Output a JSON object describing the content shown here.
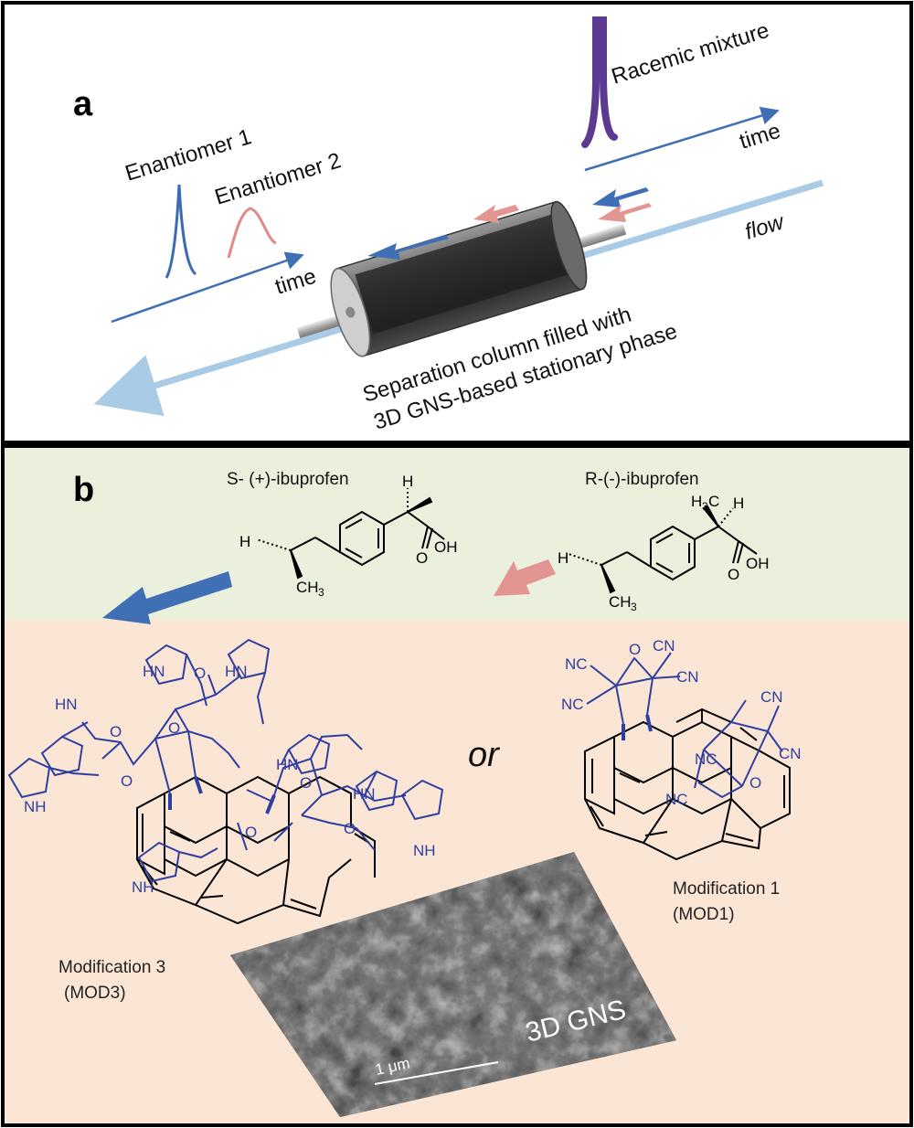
{
  "panel_a": {
    "label": "a",
    "racemic_label": "Racemic mixture",
    "time_label_top": "time",
    "flow_label": "flow",
    "enantiomer1_label": "Enantiomer 1",
    "enantiomer2_label": "Enantiomer 2",
    "time_label_bottom": "time",
    "column_caption_line1": "Separation column filled with",
    "column_caption_line2": "3D GNS-based stationary phase"
  },
  "panel_b": {
    "label": "b",
    "s_ibuprofen_label": "S- (+)-ibuprofen",
    "r_ibuprofen_label": "R-(-)-ibuprofen",
    "or_label": "or",
    "mod1_line1": "Modification 1",
    "mod1_line2": "(MOD1)",
    "mod3_line1": "Modification 3",
    "mod3_line2": "(MOD3)",
    "gns_label": "3D GNS",
    "scale_label": "1 μm",
    "atoms": {
      "H": "H",
      "CH3": "CH",
      "sub3": "3",
      "OH": "OH",
      "O": "O",
      "H3C": "H",
      "C": "C",
      "NC": "NC",
      "CN": "CN",
      "HN": "HN",
      "NH": "NH",
      "N": "N"
    }
  },
  "colors": {
    "blue_arrow": "#3f6fb5",
    "pink_arrow": "#e39592",
    "flow_line": "#a9cbe6",
    "enantiomer1_peak": "#3c6bb0",
    "enantiomer2_peak": "#e08a86",
    "racemic_peak": "#5c3a92",
    "panel_b_top_bg": "#ebf0dc",
    "panel_b_bottom_bg": "#fbe6d5",
    "chem_blue": "#2f3fa0"
  }
}
